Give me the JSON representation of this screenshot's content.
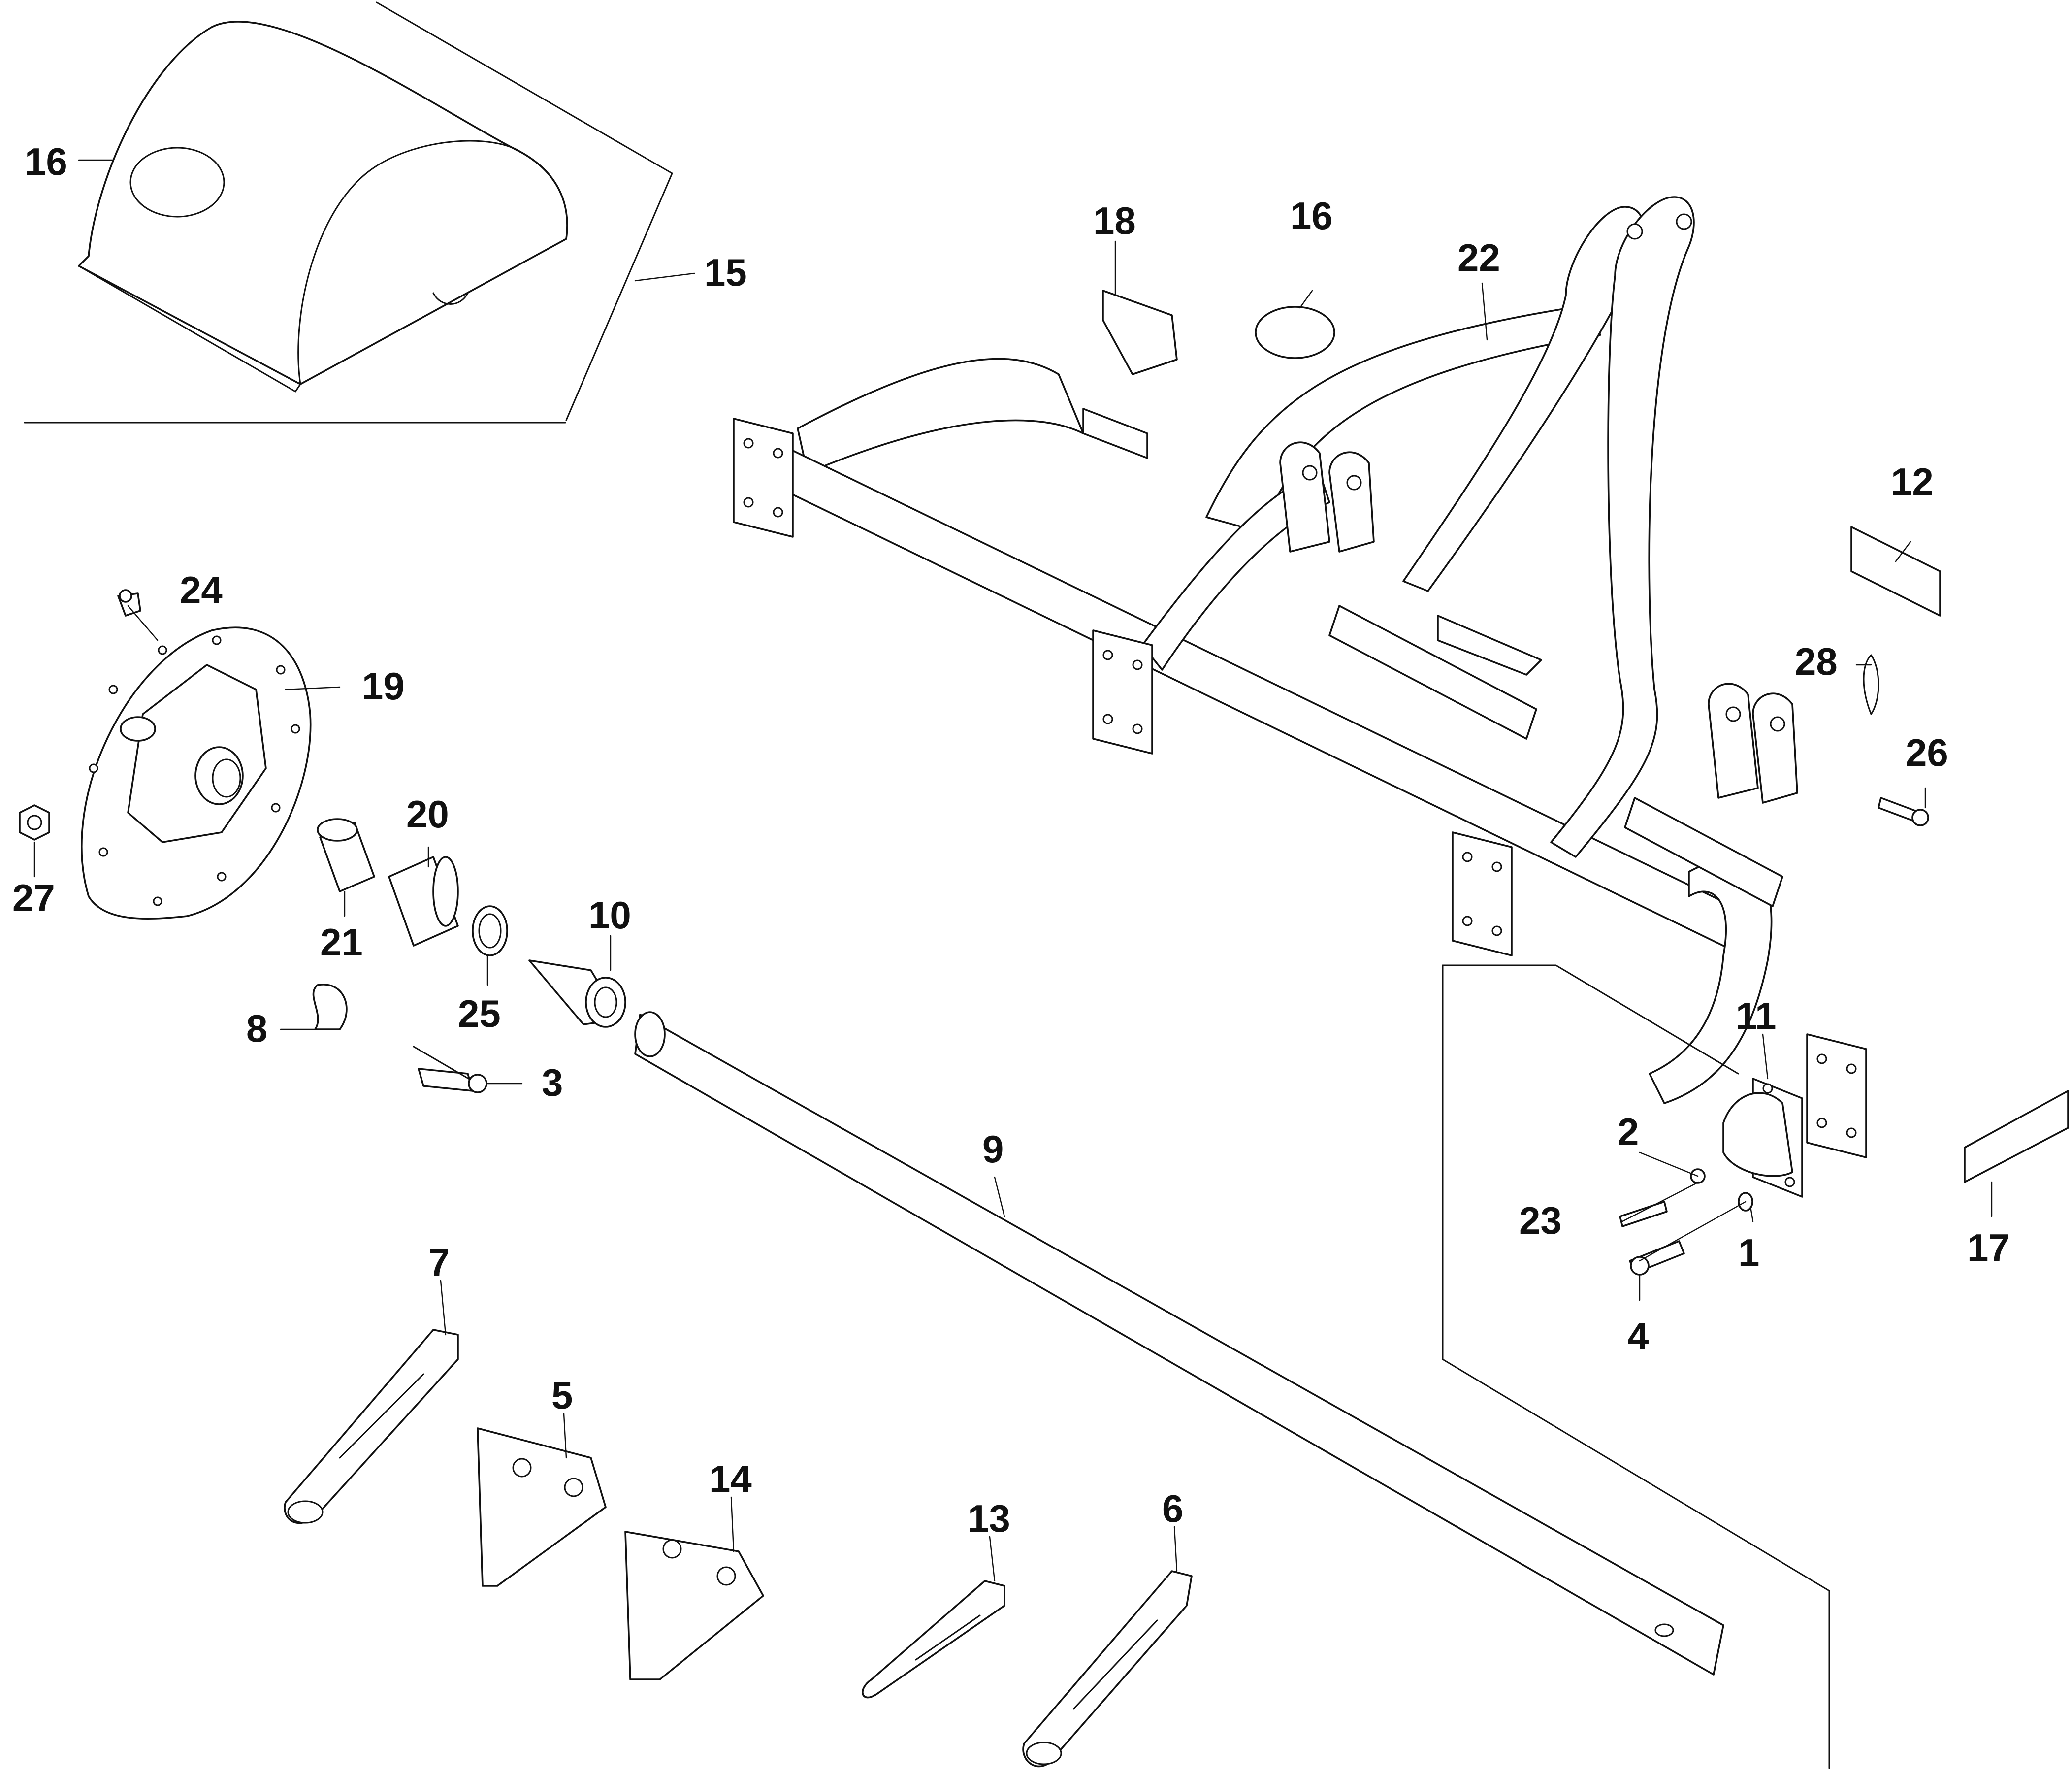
{
  "diagram": {
    "callouts": [
      {
        "id": "c16a",
        "text": "16"
      },
      {
        "id": "c15",
        "text": "15"
      },
      {
        "id": "c18",
        "text": "18"
      },
      {
        "id": "c16b",
        "text": "16"
      },
      {
        "id": "c22",
        "text": "22"
      },
      {
        "id": "c12",
        "text": "12"
      },
      {
        "id": "c24",
        "text": "24"
      },
      {
        "id": "c19",
        "text": "19"
      },
      {
        "id": "c28",
        "text": "28"
      },
      {
        "id": "c26",
        "text": "26"
      },
      {
        "id": "c20",
        "text": "20"
      },
      {
        "id": "c27",
        "text": "27"
      },
      {
        "id": "c21",
        "text": "21"
      },
      {
        "id": "c10",
        "text": "10"
      },
      {
        "id": "c25",
        "text": "25"
      },
      {
        "id": "c8",
        "text": "8"
      },
      {
        "id": "c3",
        "text": "3"
      },
      {
        "id": "c11",
        "text": "11"
      },
      {
        "id": "c9",
        "text": "9"
      },
      {
        "id": "c2",
        "text": "2"
      },
      {
        "id": "c23",
        "text": "23"
      },
      {
        "id": "c1",
        "text": "1"
      },
      {
        "id": "c17",
        "text": "17"
      },
      {
        "id": "c4",
        "text": "4"
      },
      {
        "id": "c7",
        "text": "7"
      },
      {
        "id": "c5",
        "text": "5"
      },
      {
        "id": "c14",
        "text": "14"
      },
      {
        "id": "c13",
        "text": "13"
      },
      {
        "id": "c6",
        "text": "6"
      }
    ]
  }
}
